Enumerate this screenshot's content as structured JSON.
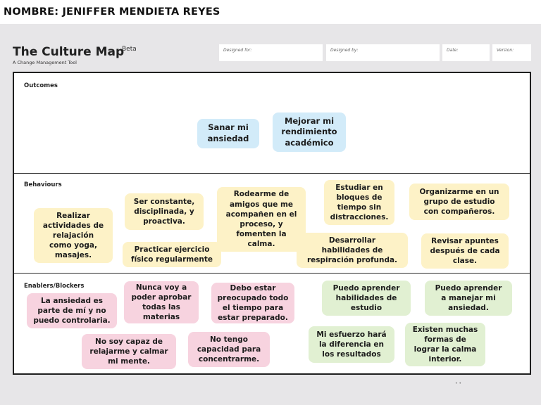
{
  "header": {
    "name_line": "NOMBRE: JENIFFER MENDIETA REYES"
  },
  "brand": {
    "title": "The Culture Map",
    "beta": "Beta",
    "subtitle": "A Change Management Tool"
  },
  "fields": [
    {
      "label": "Designed for:"
    },
    {
      "label": "Designed by:"
    },
    {
      "label": "Date:"
    },
    {
      "label": "Version:"
    }
  ],
  "sections": {
    "outcomes": {
      "label": "Outcomes",
      "notes": [
        "Sanar mi\nansiedad",
        "Mejorar mi\nrendimiento\nacadémico"
      ]
    },
    "behaviours": {
      "label": "Behaviours",
      "notes": [
        "Realizar\nactividades de\nrelajación\ncomo yoga,\nmasajes.",
        "Ser constante,\ndisciplinada, y\nproactiva.",
        "Practicar ejercicio\nfísico regularmente",
        "Rodearme de\namigos que me\nacompañen en el\nproceso, y\nfomenten  la\ncalma.",
        "Estudiar en\nbloques de\ntiempo sin\ndistracciones.",
        "Desarrollar\nhabilidades de\nrespiración profunda.",
        "Organizarme en un\ngrupo de estudio\ncon compañeros.",
        "Revisar apuntes\ndespués de cada\nclase."
      ]
    },
    "enablers": {
      "label": "Enablers/Blockers",
      "blockers": [
        "La ansiedad es\nparte de mí y no\npuedo controlaria.",
        "Nunca voy a\npoder aprobar\ntodas las\nmaterias",
        "Debo estar\npreocupado todo\nel tiempo para\nestar preparado.",
        "No soy capaz de\nrelajarme y calmar\nmi mente.",
        "No tengo\ncapacidad para\nconcentrarme."
      ],
      "enablers": [
        "Puedo aprender\nhabilidades de\nestudio",
        "Puedo aprender\na manejar mi\nansiedad.",
        "Mi esfuerzo hará\nla diferencia en\nlos resultados",
        "Existen muchas\nformas de\nlograr la calma\ninterior."
      ]
    }
  },
  "colors": {
    "outcome_note": "#d2ebf9",
    "behaviour_note": "#fdf2c7",
    "blocker_note": "#f7d3df",
    "enabler_note": "#e1f0d2",
    "canvas_bg": "#e7e6e8"
  }
}
